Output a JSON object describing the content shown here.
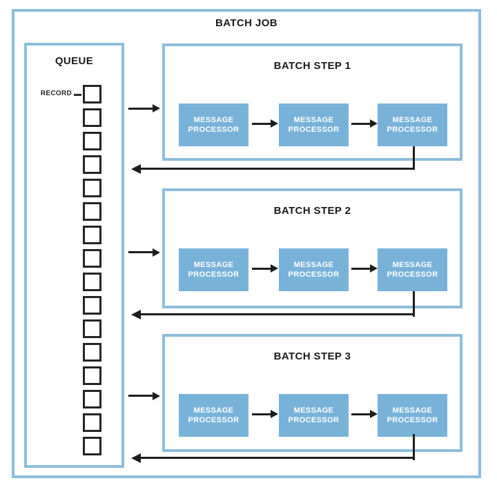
{
  "colors": {
    "box_border": "#8cbeda",
    "processor_fill": "#79b2d9",
    "processor_text": "#ffffff",
    "arrow": "#1d1d1d",
    "title_text": "#1b1b1b",
    "record_border": "#242424",
    "background": "#ffffff"
  },
  "batch_job": {
    "title": "BATCH JOB",
    "queue": {
      "title": "QUEUE",
      "record_label": "RECORD",
      "record_count": 16
    },
    "steps": [
      {
        "title": "BATCH STEP 1",
        "processors": [
          "MESSAGE PROCESSOR",
          "MESSAGE PROCESSOR",
          "MESSAGE PROCESSOR"
        ]
      },
      {
        "title": "BATCH STEP 2",
        "processors": [
          "MESSAGE PROCESSOR",
          "MESSAGE PROCESSOR",
          "MESSAGE PROCESSOR"
        ]
      },
      {
        "title": "BATCH STEP 3",
        "processors": [
          "MESSAGE PROCESSOR",
          "MESSAGE PROCESSOR",
          "MESSAGE PROCESSOR"
        ]
      }
    ]
  }
}
